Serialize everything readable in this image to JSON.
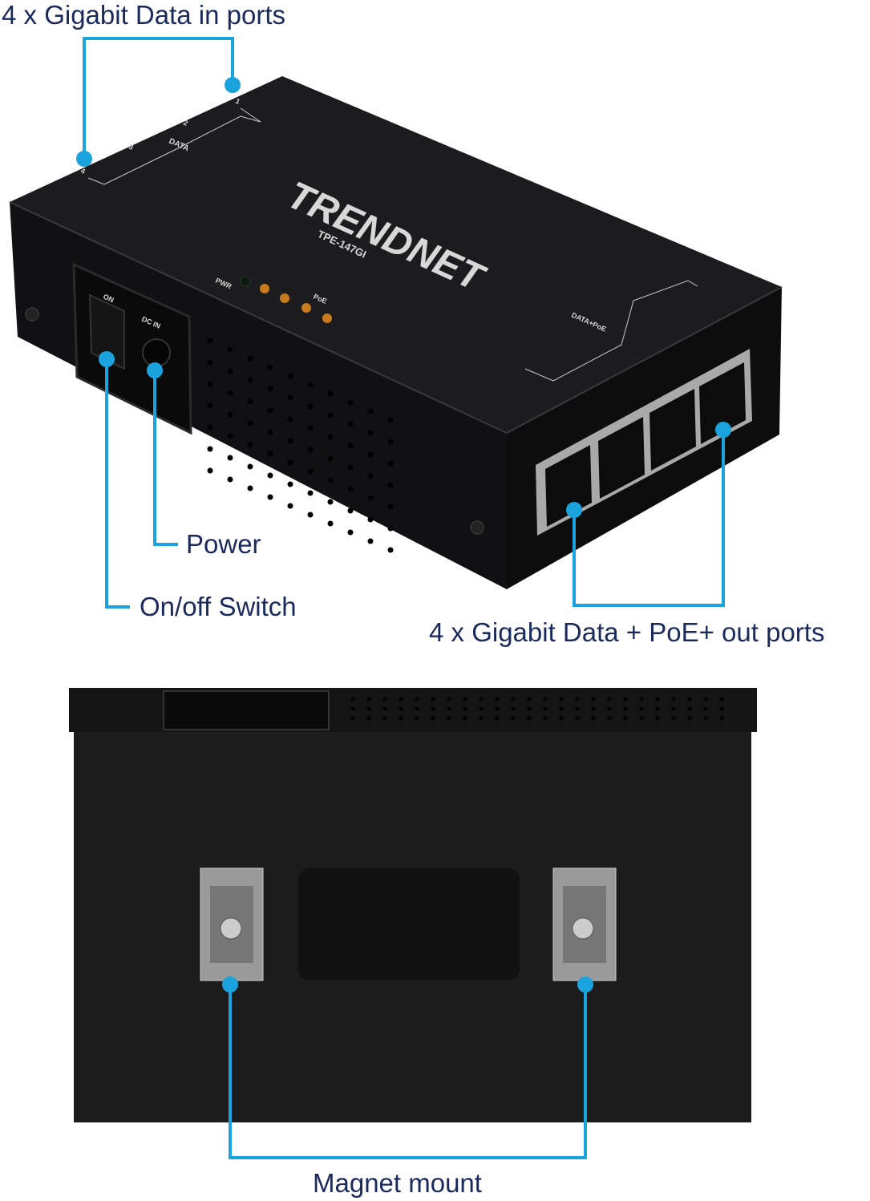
{
  "callouts": {
    "data_in": "4 x Gigabit Data in ports",
    "power": "Power",
    "switch": "On/off Switch",
    "data_out": "4 x Gigabit Data + PoE+ out ports",
    "magnet": "Magnet mount"
  },
  "device": {
    "brand": "TRENDNET",
    "model": "TPE-147GI",
    "data_label": "DATA",
    "data_poe_label": "DATA+PoE",
    "pwr_label": "PWR",
    "poe_label": "PoE",
    "on_label": "ON",
    "dc_in_label": "DC IN",
    "port_numbers": [
      "1",
      "2",
      "3",
      "4"
    ]
  },
  "colors": {
    "callout": "#1aa3dc",
    "text": "#1b2a5c",
    "led": "#c87a1e"
  }
}
